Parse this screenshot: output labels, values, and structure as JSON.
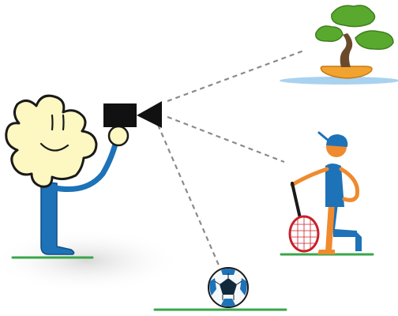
{
  "scene": {
    "subjects": [
      "bonsai-tree",
      "tennis-player",
      "soccer-ball"
    ],
    "camera_operator": "puzzle-piece-character",
    "colors": {
      "puzzle": "#fdf7c2",
      "outline": "#1a1a1a",
      "body_blue": "#1d72b8",
      "grass": "#3aa64a",
      "pot": "#f2a32f",
      "foliage": "#5aa92f",
      "trunk": "#6b4a2b",
      "water": "#a9d2f0",
      "player_orange": "#ef8a2e",
      "racket_red": "#c8202a",
      "sight_line": "#8a8a8a"
    }
  }
}
